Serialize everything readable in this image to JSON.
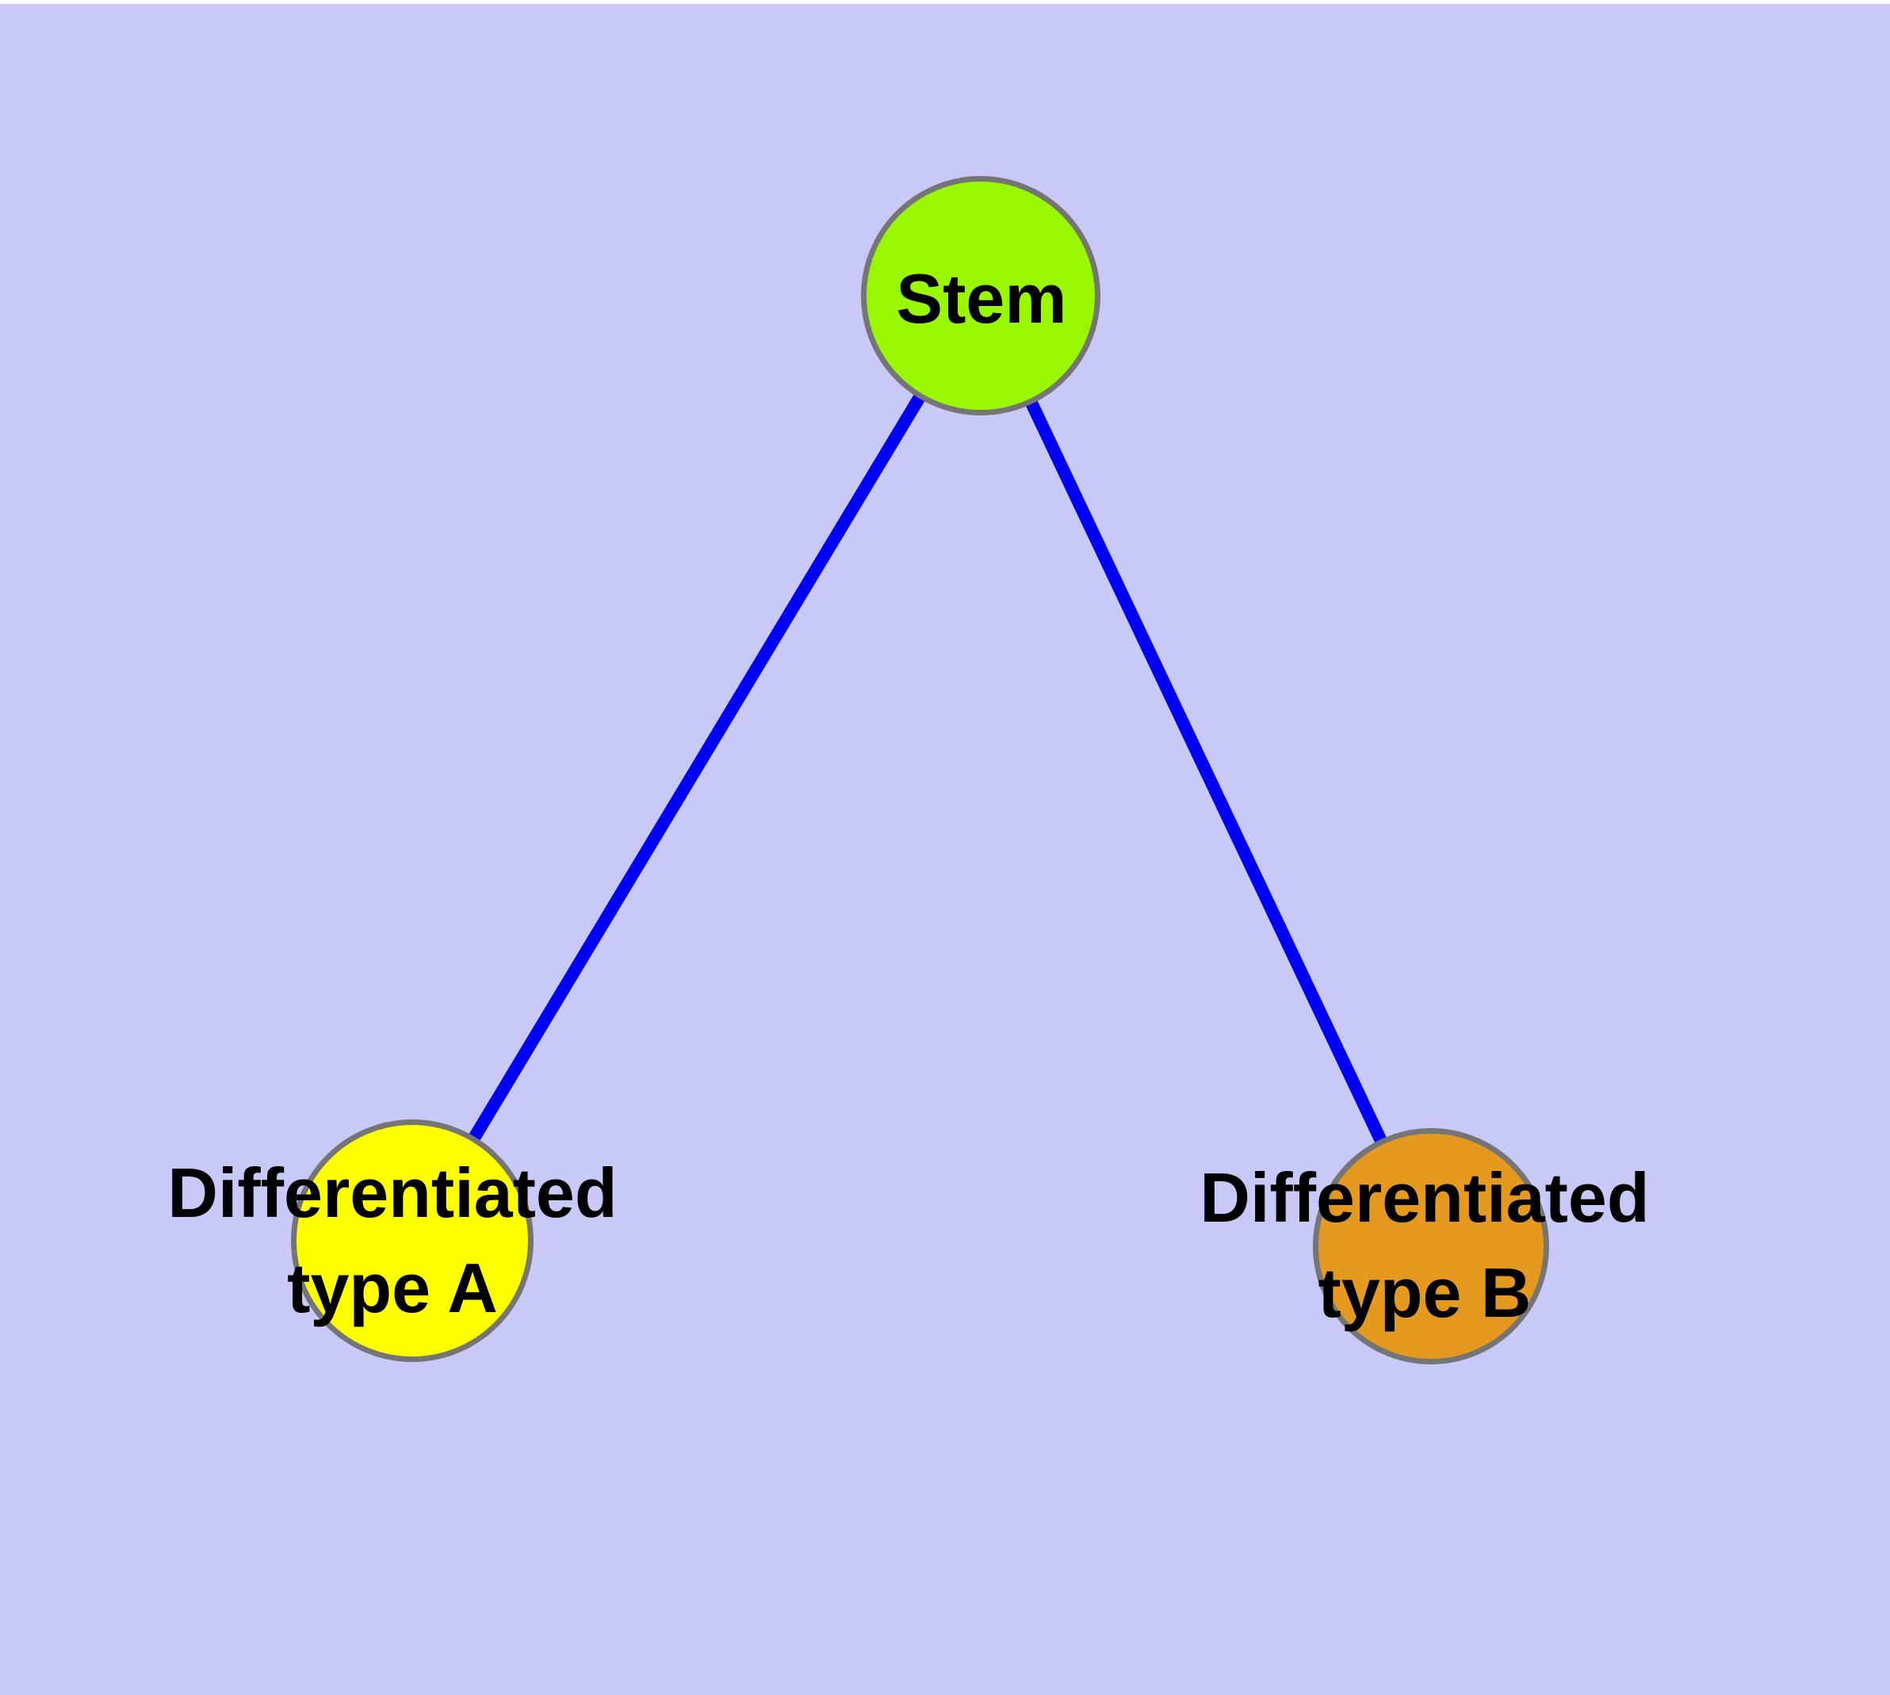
{
  "diagram": {
    "type": "node-link-graph",
    "description": "Stem cell differentiation diagram: one stem node connected to two differentiated cell type nodes",
    "colors": {
      "background": "#C9C9F8",
      "top_strip": "#FAFAFE",
      "edge": "#0000F2",
      "node_border": "#757575",
      "label_text": "#000000",
      "stem_fill": "#99F800",
      "type_a_fill": "#FFFF00",
      "type_b_fill": "#E5991E"
    },
    "nodes": [
      {
        "id": "stem",
        "label_lines": [
          "Stem"
        ],
        "fill": "#99F800"
      },
      {
        "id": "differentiated-type-a",
        "label_lines": [
          "Differentiated",
          "type A"
        ],
        "fill": "#FFFF00"
      },
      {
        "id": "differentiated-type-b",
        "label_lines": [
          "Differentiated",
          "type B"
        ],
        "fill": "#E5991E"
      }
    ],
    "edges": [
      {
        "from": "Stem",
        "to": "Differentiated type A"
      },
      {
        "from": "Stem",
        "to": "Differentiated type B"
      }
    ]
  }
}
